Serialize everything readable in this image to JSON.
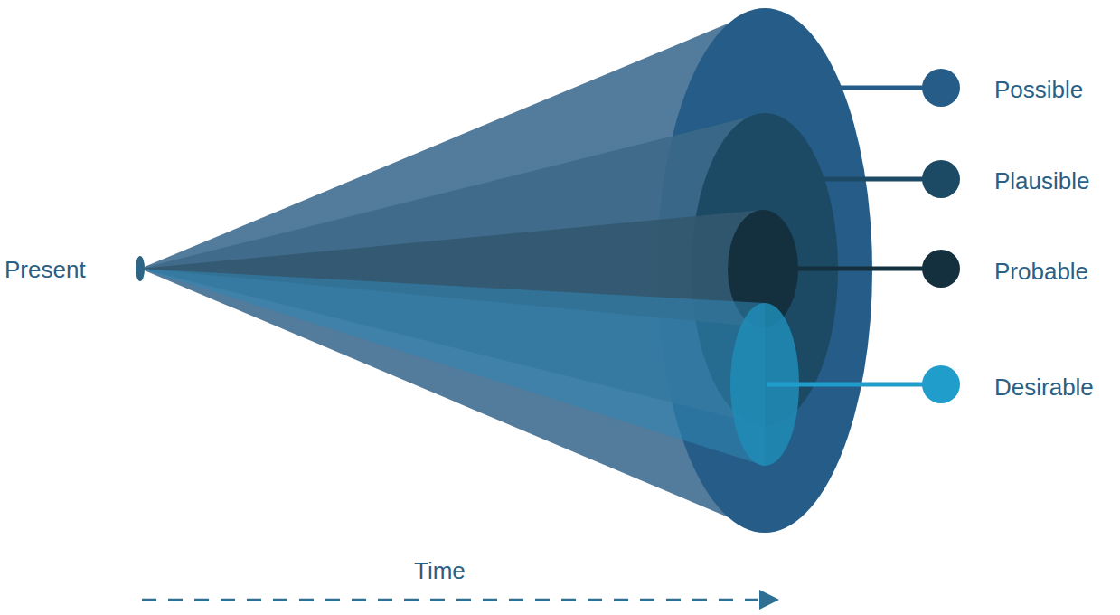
{
  "diagram": {
    "labels": [
      "Present",
      "Possible",
      "Plausible",
      "Probable",
      "Desirable",
      "Time"
    ]
  }
}
